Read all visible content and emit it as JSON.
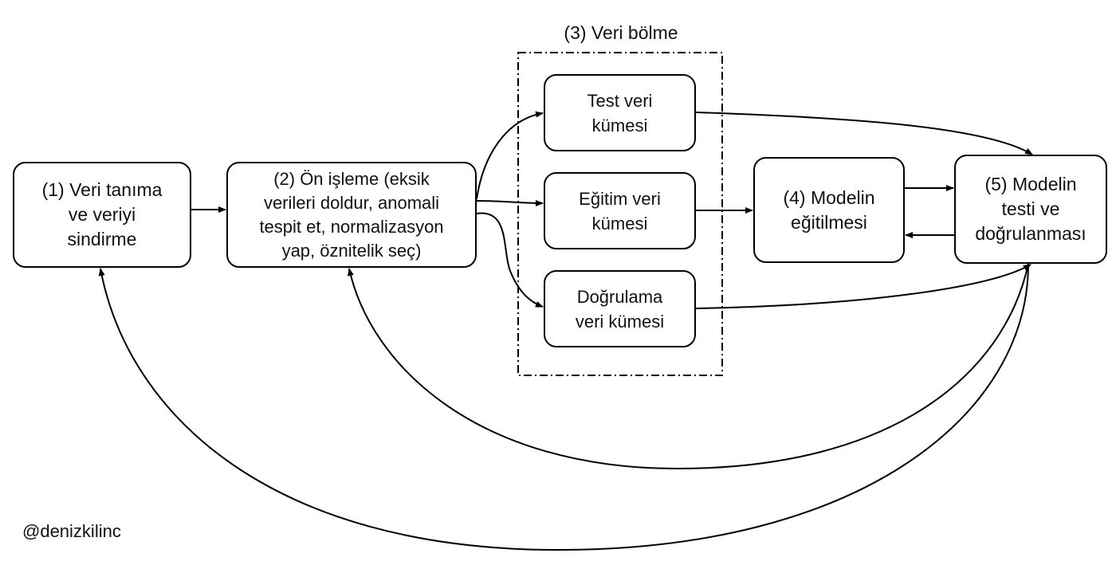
{
  "diagram": {
    "boxes": {
      "veri_tanima": "(1) Veri tanıma\nve veriyi\nsindirme",
      "on_isleme": "(2) Ön işleme (eksik\nverileri doldur, anomali\ntespit et, normalizasyon\nyap, öznitelik seç)",
      "test_veri": "Test veri\nkümesi",
      "egitim_veri": "Eğitim veri\nkümesi",
      "dogrulama_veri": "Doğrulama\nveri kümesi",
      "model_egitimi": "(4) Modelin\neğitilmesi",
      "model_testi": "(5) Modelin\ntesti ve\ndoğrulanması"
    },
    "split_group_title": "(3) Veri bölme",
    "watermark": "@denizkilinc"
  }
}
